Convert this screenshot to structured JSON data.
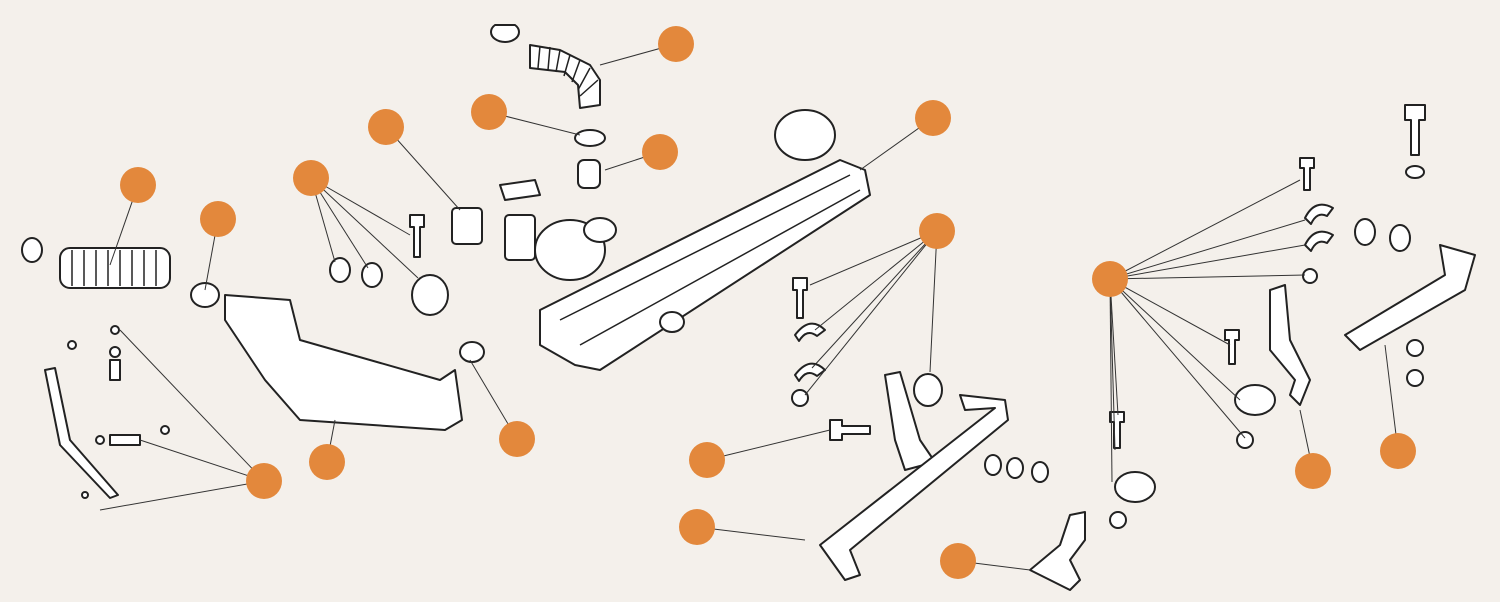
{
  "diagram": {
    "background_color": "#f4f0eb",
    "callout_color": "#e3883c",
    "line_color": "#222222",
    "callouts": [
      {
        "id": 1,
        "targets": 1
      },
      {
        "id": 2,
        "targets": 1
      },
      {
        "id": 3,
        "targets": 1
      },
      {
        "id": 4,
        "targets": 1
      },
      {
        "id": 5,
        "targets": 1
      },
      {
        "id": 6,
        "targets": 1
      },
      {
        "id": 7,
        "targets": 4
      },
      {
        "id": 8,
        "targets": 1
      },
      {
        "id": 9,
        "targets": 5
      },
      {
        "id": 10,
        "targets": 10
      },
      {
        "id": 11,
        "targets": 1
      },
      {
        "id": 12,
        "targets": 1
      },
      {
        "id": 13,
        "targets": 3
      },
      {
        "id": 14,
        "targets": 1
      },
      {
        "id": 15,
        "targets": 1
      },
      {
        "id": 16,
        "targets": 1
      },
      {
        "id": 17,
        "targets": 1
      },
      {
        "id": 18,
        "targets": 1
      }
    ]
  }
}
